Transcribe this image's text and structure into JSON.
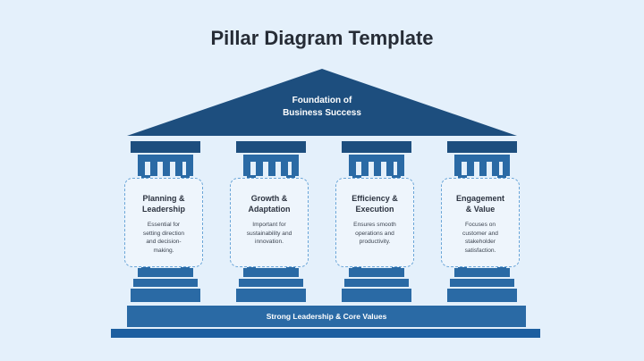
{
  "title": "Pillar Diagram Template",
  "roof": {
    "line1": "Foundation of",
    "line2": "Business Success"
  },
  "pillars": [
    {
      "title1": "Planning &",
      "title2": "Leadership",
      "desc": [
        "Essential for",
        "setting direction",
        "and decision-",
        "making."
      ]
    },
    {
      "title1": "Growth &",
      "title2": "Adaptation",
      "desc": [
        "Important for",
        "sustainability and",
        "innovation."
      ]
    },
    {
      "title1": "Efficiency &",
      "title2": "Execution",
      "desc": [
        "Ensures smooth",
        "operations and",
        "productivity."
      ]
    },
    {
      "title1": "Engagement",
      "title2": "& Value",
      "desc": [
        "Focuses on",
        "customer and",
        "stakeholder",
        "satisfaction."
      ]
    }
  ],
  "base_label": "Strong Leadership & Core Values",
  "colors": {
    "background": "#e4f0fb",
    "roof": "#1d4e7e",
    "pillar": "#2a6aa5",
    "card_border": "#6ba6d8"
  }
}
